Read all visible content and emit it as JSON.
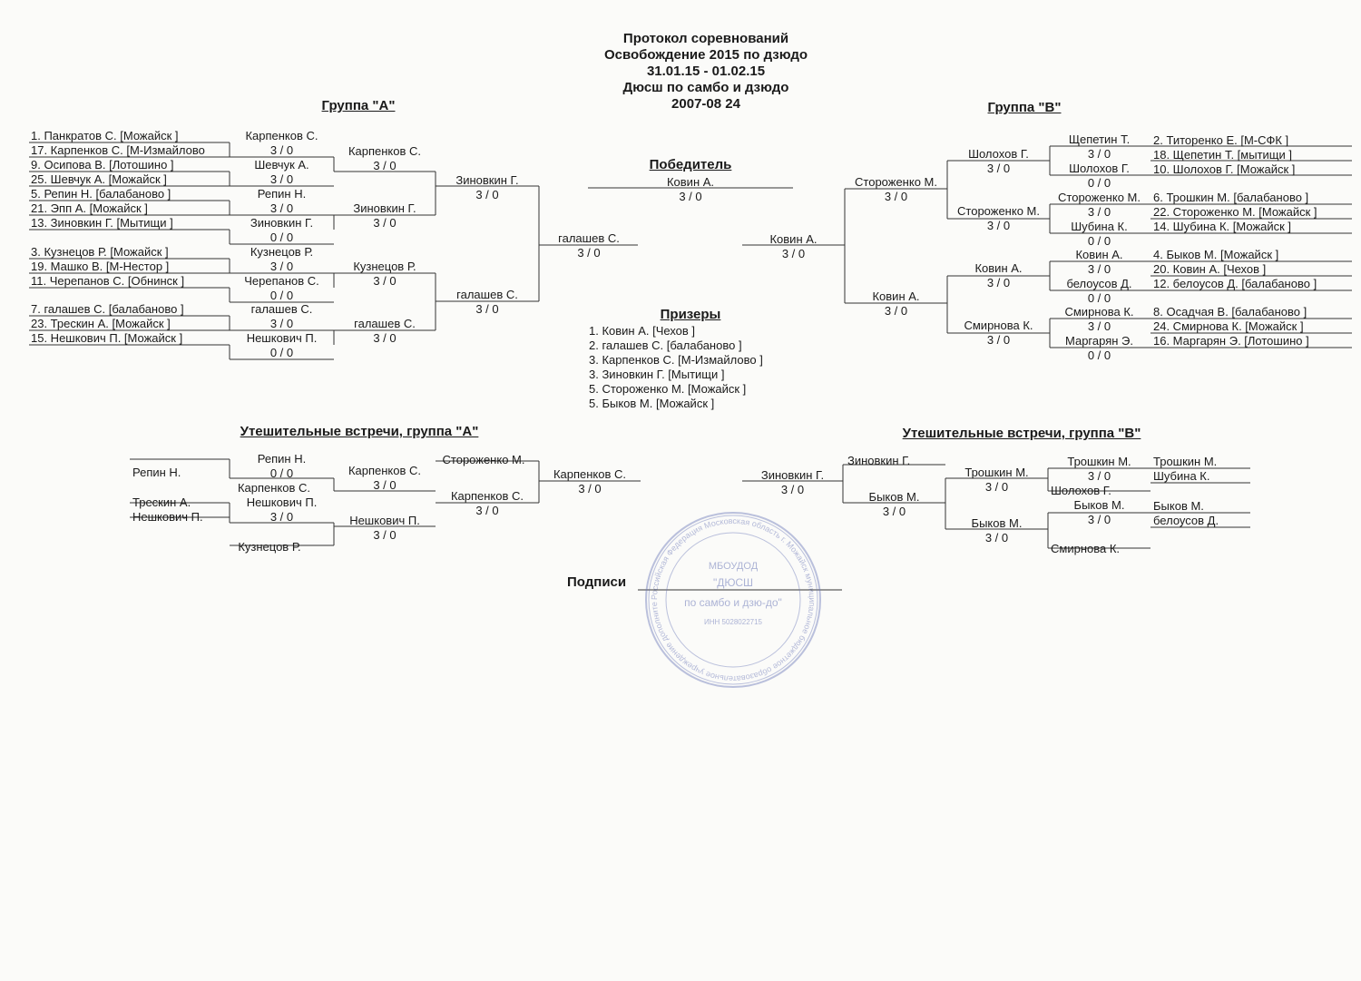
{
  "header": {
    "title": "Протокол соревнований",
    "event": "Освобождение 2015 по дзюдо",
    "dates": "31.01.15 - 01.02.15",
    "organizer": "Дюсш по самбо и дзюдо",
    "category": "2007-08 24"
  },
  "groups": {
    "a_title": "Группа  \"А\"",
    "b_title": "Группа  \"В\""
  },
  "group_a": {
    "entrants": [
      "1. Панкратов С.  [Можайск  ]",
      "17. Карпенков С.  [М-Измайлово",
      "9. Осипова В.  [Лотошино   ]",
      "25. Шевчук А.  [Можайск  ]",
      "5. Репин Н.  [балабаново  ]",
      "21. Эпп А.  [Можайск  ]",
      "13. Зиновкин Г.  [Мытищи  ]",
      "3. Кузнецов Р.  [Можайск  ]",
      "19. Машко В.  [М-Нестор  ]",
      "11. Черепанов С.  [Обнинск  ]",
      "7. галашев С.  [балабаново   ]",
      "23. Трескин А.  [Можайск  ]",
      "15. Нешкович П.  [Можайск  ]"
    ],
    "r1": [
      {
        "name": "Карпенков С.",
        "score": "3  /  0"
      },
      {
        "name": "Шевчук А.",
        "score": "3  /  0"
      },
      {
        "name": "Репин Н.",
        "score": "3  /  0"
      },
      {
        "name": "Зиновкин Г.",
        "score": "0  /  0"
      },
      {
        "name": "Кузнецов Р.",
        "score": "3  /  0"
      },
      {
        "name": "Черепанов С.",
        "score": "0  /  0"
      },
      {
        "name": "галашев С.",
        "score": "3  /  0"
      },
      {
        "name": "Нешкович П.",
        "score": "0  /  0"
      }
    ],
    "r2": [
      {
        "name": "Карпенков С.",
        "score": "3  /  0"
      },
      {
        "name": "Зиновкин Г.",
        "score": "3  /  0"
      },
      {
        "name": "Кузнецов Р.",
        "score": "3  /  0"
      },
      {
        "name": "галашев С.",
        "score": "3  /  0"
      }
    ],
    "r3": [
      {
        "name": "Зиновкин Г.",
        "score": "3  /  0"
      },
      {
        "name": "галашев С.",
        "score": "3  /  0"
      }
    ],
    "final": {
      "name": "галашев С.",
      "score": "3  /  0"
    }
  },
  "group_b": {
    "entrants": [
      "2. Титоренко Е.  [М-СФК   ]",
      "18. Щепетин Т.  [мытищи   ]",
      "10. Шолохов Г.  [Можайск   ]",
      "6. Трошкин М.  [балабаново   ]",
      "22. Стороженко М.  [Можайск   ]",
      "14. Шубина К.  [Можайск   ]",
      "4. Быков М.  [Можайск   ]",
      "20. Ковин А.  [Чехов   ]",
      "12. белоусов Д.  [балабаново   ]",
      "8. Осадчая В.  [балабаново   ]",
      "24. Смирнова К.  [Можайск   ]",
      "16. Маргарян Э.  [Лотошино   ]"
    ],
    "r1": [
      {
        "name": "Щепетин Т.",
        "score": "3  /  0"
      },
      {
        "name": "Шолохов Г.",
        "score": "0  /  0"
      },
      {
        "name": "Стороженко М.",
        "score": "3  /  0"
      },
      {
        "name": "Шубина К.",
        "score": "0  /  0"
      },
      {
        "name": "Ковин А.",
        "score": "3  /  0"
      },
      {
        "name": "белоусов Д.",
        "score": "0  /  0"
      },
      {
        "name": "Смирнова К.",
        "score": "3  /  0"
      },
      {
        "name": "Маргарян Э.",
        "score": "0  /  0"
      }
    ],
    "r2": [
      {
        "name": "Шолохов Г.",
        "score": "3  /  0"
      },
      {
        "name": "Стороженко М.",
        "score": "3  /  0"
      },
      {
        "name": "Ковин А.",
        "score": "3  /  0"
      },
      {
        "name": "Смирнова К.",
        "score": "3  /  0"
      }
    ],
    "r3": [
      {
        "name": "Стороженко М.",
        "score": "3  /  0"
      },
      {
        "name": "Ковин А.",
        "score": "3  /  0"
      }
    ],
    "final": {
      "name": "Ковин А.",
      "score": "3  /  0"
    }
  },
  "winner": {
    "title": "Победитель",
    "name": "Ковин А.",
    "score": "3  /  0"
  },
  "prizes": {
    "title": "Призеры",
    "items": [
      "1. Ковин А.     [Чехов   ]",
      "2. галашев С.     [балабаново   ]",
      "3. Карпенков С.     [М-Измайлово   ]",
      "3. Зиновкин Г.     [Мытищи   ]",
      "5. Стороженко М.     [Можайск   ]",
      "5. Быков М.     [Можайск   ]"
    ]
  },
  "consolation_a": {
    "title": "Утешительные встречи, группа \"А\"",
    "left": [
      "Репин Н.",
      "Трескин А.",
      "Нешкович П."
    ],
    "r1": [
      {
        "name": "Репин Н.",
        "score": "0  /  0"
      },
      {
        "name": "Карпенков С.",
        "score": ""
      },
      {
        "name": "Нешкович П.",
        "score": "3  /  0"
      },
      {
        "name": "Кузнецов Р.",
        "score": ""
      }
    ],
    "r2": [
      {
        "name": "Карпенков С.",
        "score": "3  /  0"
      },
      {
        "name": "Нешкович П.",
        "score": "3  /  0"
      }
    ],
    "r3": [
      {
        "name": "Стороженко М.",
        "score": ""
      },
      {
        "name": "Карпенков С.",
        "score": "3  /  0"
      }
    ],
    "final": {
      "name": "Карпенков С.",
      "score": "3  /  0"
    }
  },
  "consolation_b": {
    "title": "Утешительные встречи, группа \"В\"",
    "final": {
      "name": "Зиновкин Г.",
      "score": "3  /  0"
    },
    "r3": [
      {
        "name": "Зиновкин Г.",
        "score": ""
      },
      {
        "name": "Быков М.",
        "score": "3  /  0"
      }
    ],
    "r2": [
      {
        "name": "Трошкин М.",
        "score": "3  /  0"
      },
      {
        "name": "Быков М.",
        "score": "3  /  0"
      }
    ],
    "r1": [
      {
        "name": "Трошкин М.",
        "score": "3  /  0"
      },
      {
        "name": "Шолохов Г.",
        "score": ""
      },
      {
        "name": "Быков М.",
        "score": "3  /  0"
      },
      {
        "name": "Смирнова К.",
        "score": ""
      }
    ],
    "right": [
      "Трошкин М.",
      "Шубина К.",
      "Быков М.",
      "белоусов Д."
    ]
  },
  "signature": {
    "label": "Подписи"
  },
  "stamp": {
    "center_line1": "МБОУДОД",
    "center_line2": "\"ДЮСШ",
    "center_line3": "по самбо и дзю-до\"",
    "center_line4": "ИНН 5028022715",
    "ring_text": "Российская Федерация Московская область г. Можайск муниципальное бюджетное образовательное учреждение дополнительного образования детей детско-юношеская спортивная школа по самбо и дзю-до ОГРН 1095000000000",
    "color": "#6b78b8"
  }
}
